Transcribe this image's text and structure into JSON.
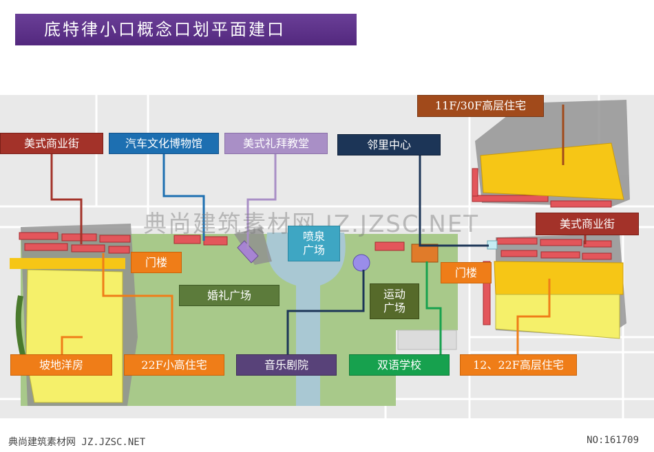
{
  "title": "底特律小口概念口划平面建口",
  "labels": {
    "commercial_street_left": "美式商业街",
    "car_museum": "汽车文化博物馆",
    "church": "美式礼拜教堂",
    "neighborhood_center": "邻里中心",
    "highrise_11_30": "11F/30F高层住宅",
    "commercial_street_right": "美式商业街",
    "gate_left": "门楼",
    "gate_right": "门楼",
    "fountain_square": "喷泉\n广场",
    "wedding_square": "婚礼广场",
    "sports_square": "运动\n广场",
    "slope_villa": "坡地洋房",
    "midrise_22f": "22F小高住宅",
    "music_theater": "音乐剧院",
    "bilingual_school": "双语学校",
    "highrise_12_22": "12、22F高层住宅"
  },
  "watermark": "典尚建筑素材网 JZ.JZSC.NET",
  "footer": {
    "left": "典尚建筑素材网 JZ.JZSC.NET",
    "right": "NO:161709"
  }
}
